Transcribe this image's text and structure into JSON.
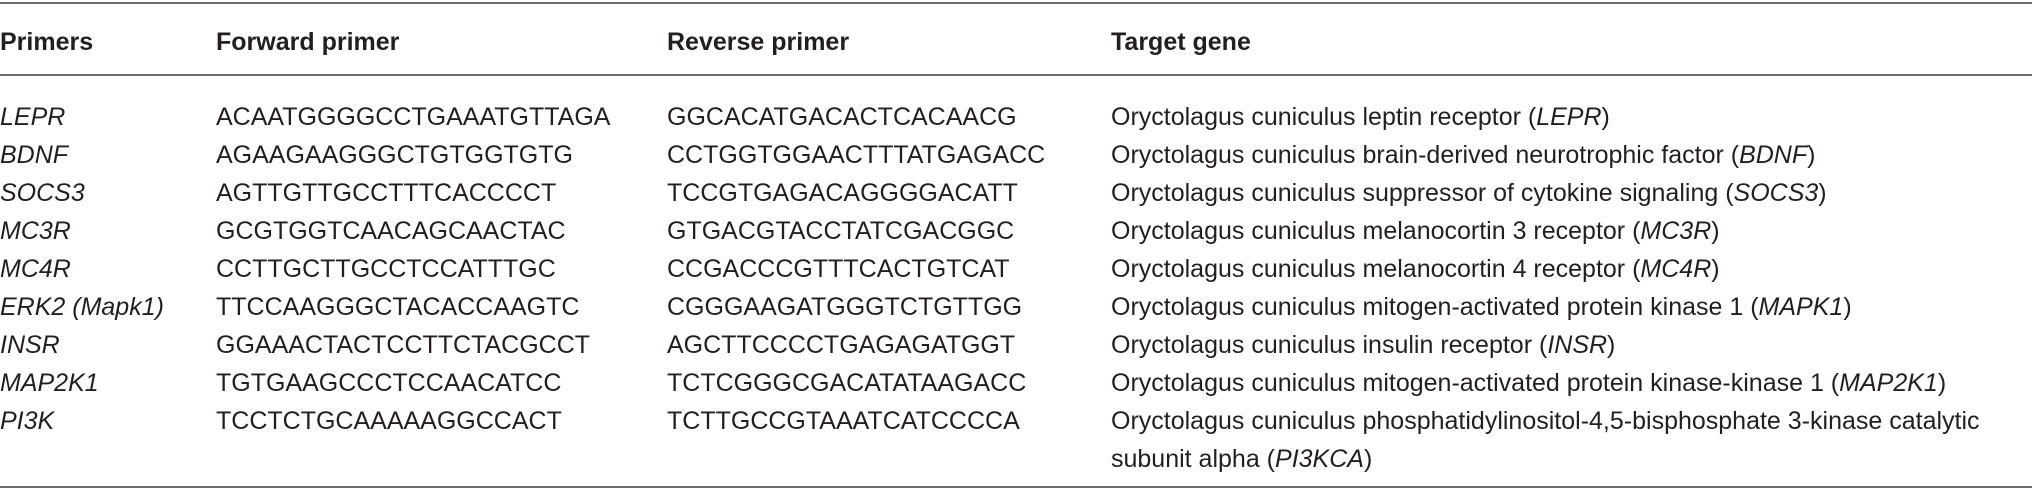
{
  "table": {
    "headers": [
      "Primers",
      "Forward primer",
      "Reverse primer",
      "Target gene"
    ],
    "rows": [
      {
        "primer": "LEPR",
        "forward": "ACAATGGGGCCTGAAATGTTAGA",
        "reverse": "GGCACATGACACTCACAACG",
        "target_prefix": "Oryctolagus cuniculus leptin receptor (",
        "target_abbr": "LEPR",
        "target_suffix": ")"
      },
      {
        "primer": "BDNF",
        "forward": "AGAAGAAGGGCTGTGGTGTG",
        "reverse": "CCTGGTGGAACTTTATGAGACC",
        "target_prefix": "Oryctolagus cuniculus brain-derived neurotrophic factor (",
        "target_abbr": "BDNF",
        "target_suffix": ")"
      },
      {
        "primer": "SOCS3",
        "forward": "AGTTGTTGCCTTTCACCCCT",
        "reverse": "TCCGTGAGACAGGGGACATT",
        "target_prefix": "Oryctolagus cuniculus suppressor of cytokine signaling (",
        "target_abbr": "SOCS3",
        "target_suffix": ")"
      },
      {
        "primer": "MC3R",
        "forward": "GCGTGGTCAACAGCAACTAC",
        "reverse": "GTGACGTACCTATCGACGGC",
        "target_prefix": "Oryctolagus cuniculus melanocortin 3 receptor (",
        "target_abbr": "MC3R",
        "target_suffix": ")"
      },
      {
        "primer": "MC4R",
        "forward": "CCTTGCTTGCCTCCATTTGC",
        "reverse": "CCGACCCGTTTCACTGTCAT",
        "target_prefix": "Oryctolagus cuniculus melanocortin 4 receptor (",
        "target_abbr": "MC4R",
        "target_suffix": ")"
      },
      {
        "primer": "ERK2 (Mapk1)",
        "forward": "TTCCAAGGGCTACACCAAGTC",
        "reverse": "CGGGAAGATGGGTCTGTTGG",
        "target_prefix": "Oryctolagus cuniculus mitogen-activated protein kinase 1 (",
        "target_abbr": "MAPK1",
        "target_suffix": ")"
      },
      {
        "primer": "INSR",
        "forward": "GGAAACTACTCCTTCTACGCCT",
        "reverse": "AGCTTCCCCTGAGAGATGGT",
        "target_prefix": "Oryctolagus cuniculus insulin receptor (",
        "target_abbr": "INSR",
        "target_suffix": ")"
      },
      {
        "primer": "MAP2K1",
        "forward": "TGTGAAGCCCTCCAACATCC",
        "reverse": "TCTCGGGCGACATATAAGACC",
        "target_prefix": "Oryctolagus cuniculus mitogen-activated protein kinase-kinase 1 (",
        "target_abbr": "MAP2K1",
        "target_suffix": ")"
      },
      {
        "primer": "PI3K",
        "forward": "TCCTCTGCAAAAAGGCCACT",
        "reverse": "TCTTGCCGTAAATCATCCCCA",
        "target_prefix": "Oryctolagus cuniculus phosphatidylinositol-4,5-bisphosphate 3-kinase catalytic subunit alpha (",
        "target_abbr": "PI3KCA",
        "target_suffix": ")"
      }
    ]
  }
}
